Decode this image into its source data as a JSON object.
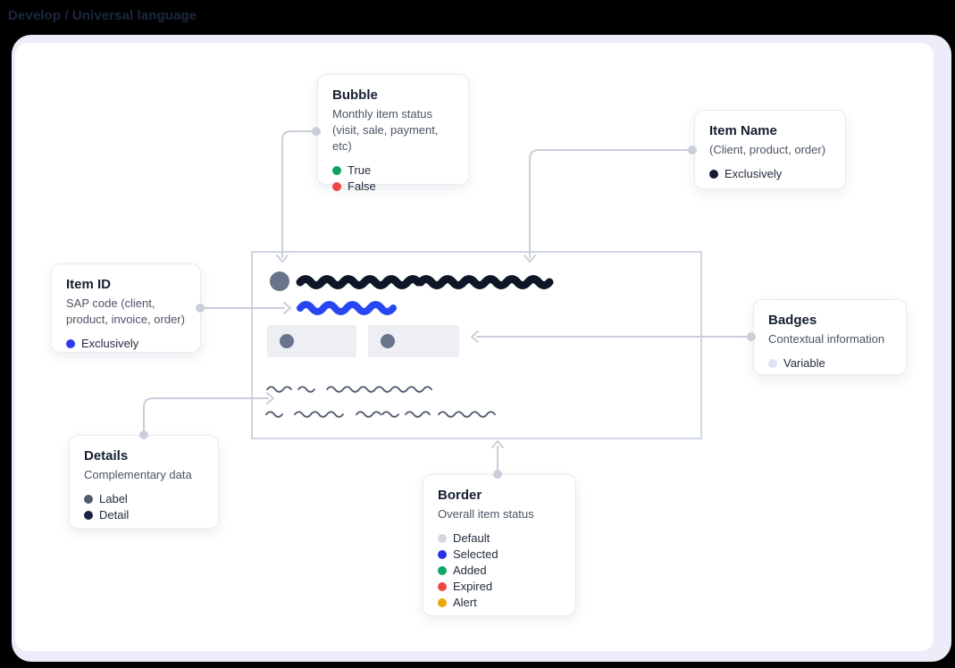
{
  "breadcrumb": "Develop / Universal language",
  "colors": {
    "page_background": "#000000",
    "panel_outer": "#ededfa",
    "panel_inner": "#ffffff",
    "connector": "#c9cfda",
    "mockup_border": "#cfd5e1",
    "scribble_dark_navy": "#0e1627",
    "scribble_blue": "#2847f2",
    "scribble_gray": "#525d70",
    "bubble_gray": "#68748a",
    "badge_placeholder_bg": "#edeff5"
  },
  "cards": {
    "bubble": {
      "title": "Bubble",
      "subtitle_line1": "Monthly item status",
      "subtitle_line2": "(visit, sale, payment, etc)",
      "legend": [
        {
          "label": "True",
          "color": "#0da25f"
        },
        {
          "label": "False",
          "color": "#ee4545"
        }
      ]
    },
    "item_name": {
      "title": "Item Name",
      "subtitle_line1": "(Client, product, order)",
      "legend": [
        {
          "label": "Exclusively",
          "color": "#141c33"
        }
      ]
    },
    "item_id": {
      "title": "Item ID",
      "subtitle_line1": "SAP code (client,",
      "subtitle_line2": "product, invoice, order)",
      "legend": [
        {
          "label": "Exclusively",
          "color": "#2a3bef"
        }
      ]
    },
    "badges": {
      "title": "Badges",
      "subtitle_line1": "Contextual information",
      "legend": [
        {
          "label": "Variable",
          "color": "#dfe3fa"
        }
      ]
    },
    "details": {
      "title": "Details",
      "subtitle_line1": "Complementary data",
      "legend": [
        {
          "label": "Label",
          "color": "#4e5a70"
        },
        {
          "label": "Detail",
          "color": "#1b2344"
        }
      ]
    },
    "border": {
      "title": "Border",
      "subtitle_line1": "Overall item status",
      "legend": [
        {
          "label": "Default",
          "color": "#d3d6df"
        },
        {
          "label": "Selected",
          "color": "#2a31e8"
        },
        {
          "label": "Added",
          "color": "#0da766"
        },
        {
          "label": "Expired",
          "color": "#ee4545"
        },
        {
          "label": "Alert",
          "color": "#e9a50a"
        }
      ]
    }
  }
}
